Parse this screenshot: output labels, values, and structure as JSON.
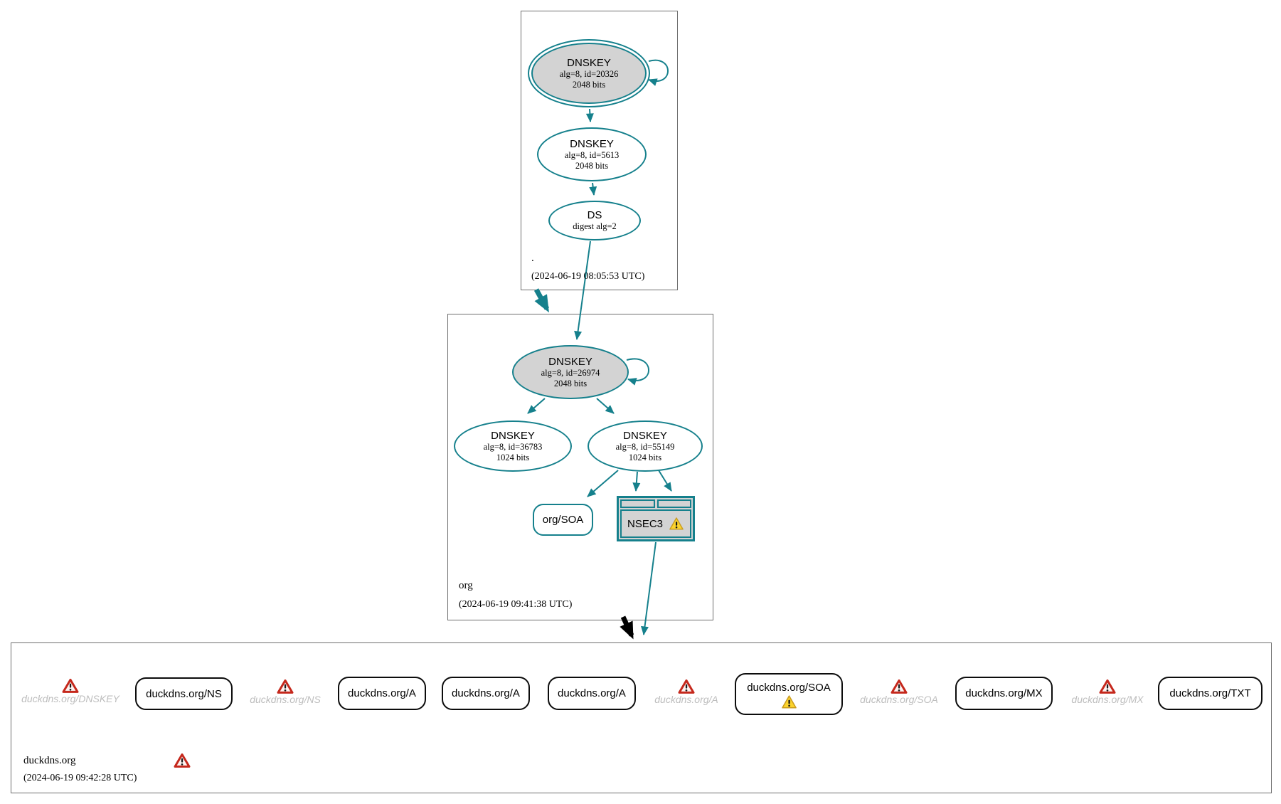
{
  "colors": {
    "secure_teal": "#15808C",
    "insecure_black": "#000000",
    "node_fill_gray": "#D3D3D3",
    "box_border_gray": "#6E6E6E",
    "missing_text_gray": "#BDBDBD",
    "error_red": "#C5281C",
    "warning_yellow": "#FBD32C"
  },
  "icons": {
    "warning": "warning-icon",
    "error": "error-icon"
  },
  "zones": {
    "root": {
      "label": ".",
      "timestamp": "(2024-06-19 08:05:53 UTC)",
      "ksk": {
        "title": "DNSKEY",
        "sub1": "alg=8, id=20326",
        "sub2": "2048 bits"
      },
      "zsk": {
        "title": "DNSKEY",
        "sub1": "alg=8, id=5613",
        "sub2": "2048 bits"
      },
      "ds": {
        "title": "DS",
        "sub1": "digest alg=2"
      }
    },
    "org": {
      "label": "org",
      "timestamp": "(2024-06-19 09:41:38 UTC)",
      "ksk": {
        "title": "DNSKEY",
        "sub1": "alg=8, id=26974",
        "sub2": "2048 bits"
      },
      "zsk1": {
        "title": "DNSKEY",
        "sub1": "alg=8, id=36783",
        "sub2": "1024 bits"
      },
      "zsk2": {
        "title": "DNSKEY",
        "sub1": "alg=8, id=55149",
        "sub2": "1024 bits"
      },
      "soa": {
        "label": "org/SOA"
      },
      "nsec3": {
        "label": "NSEC3",
        "warning": true
      }
    },
    "duckdns": {
      "label": "duckdns.org",
      "timestamp": "(2024-06-19 09:42:28 UTC)",
      "zone_error": true,
      "records": [
        {
          "label": "duckdns.org/DNSKEY",
          "status": "missing"
        },
        {
          "label": "duckdns.org/NS",
          "status": "ok"
        },
        {
          "label": "duckdns.org/NS",
          "status": "missing"
        },
        {
          "label": "duckdns.org/A",
          "status": "ok"
        },
        {
          "label": "duckdns.org/A",
          "status": "ok"
        },
        {
          "label": "duckdns.org/A",
          "status": "ok"
        },
        {
          "label": "duckdns.org/A",
          "status": "missing"
        },
        {
          "label": "duckdns.org/SOA",
          "status": "ok",
          "warning": true
        },
        {
          "label": "duckdns.org/SOA",
          "status": "missing"
        },
        {
          "label": "duckdns.org/MX",
          "status": "ok"
        },
        {
          "label": "duckdns.org/MX",
          "status": "missing"
        },
        {
          "label": "duckdns.org/TXT",
          "status": "ok"
        }
      ]
    }
  }
}
